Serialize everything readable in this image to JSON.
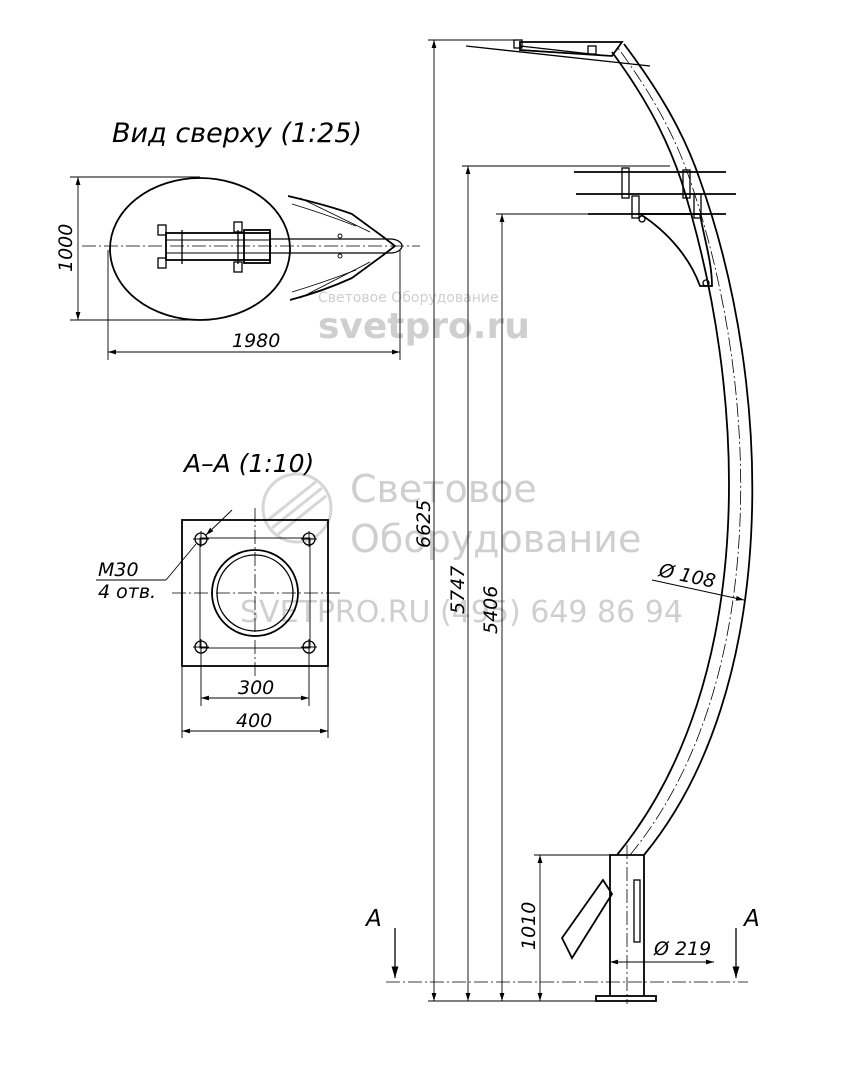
{
  "views": {
    "top_view_title": "Вид сверху (1:25)",
    "section_title": "A–A (1:10)"
  },
  "dimensions": {
    "top_width": "1000",
    "top_length": "1980",
    "bolt_size": "M30",
    "bolt_count": "4 отв.",
    "plate_bolt_spacing": "300",
    "plate_size": "400",
    "total_height": "6625",
    "height_upper_bracket": "5747",
    "height_lower_bracket": "5406",
    "pipe_diameter_upper": "Ø 108",
    "pipe_diameter_base": "Ø 219",
    "base_tube_height": "1010"
  },
  "section_marks": {
    "left": "A",
    "right": "A"
  },
  "watermarks": {
    "small_company": "Световое Оборудование",
    "small_site": "svetpro.ru",
    "big_line1": "Световое",
    "big_line2": "Оборудование",
    "big_contact": "SVETPRO.RU   (495) 649 86 94"
  }
}
